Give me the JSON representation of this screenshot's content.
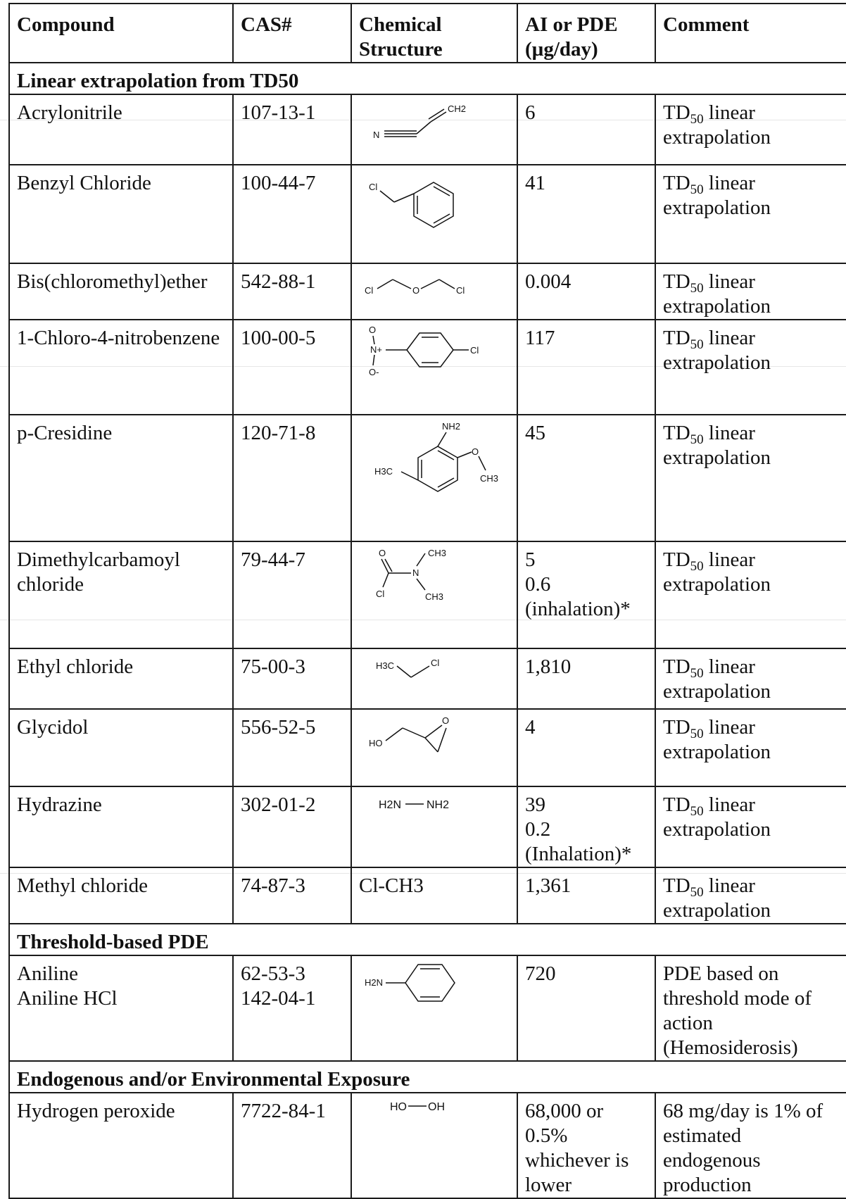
{
  "headers": {
    "compound": "Compound",
    "cas": "CAS#",
    "structure_line1": "Chemical",
    "structure_line2": "Structure",
    "ai_line1": "AI or PDE",
    "ai_line2": "(µg/day)",
    "comment": "Comment"
  },
  "sections": {
    "linear": "Linear extrapolation from TD50",
    "threshold": "Threshold-based PDE",
    "endogenous": "Endogenous and/or Environmental Exposure"
  },
  "comment_td50": {
    "prefix": "TD",
    "sub": "50",
    "suffix": " linear extrapolation"
  },
  "rows": [
    {
      "compound": "Acrylonitrile",
      "cas": "107-13-1",
      "ai": [
        "6"
      ]
    },
    {
      "compound": "Benzyl Chloride",
      "cas": "100-44-7",
      "ai": [
        "41"
      ]
    },
    {
      "compound": "Bis(chloromethyl)ether",
      "cas": "542-88-1",
      "ai": [
        "0.004"
      ]
    },
    {
      "compound": "1-Chloro-4-nitrobenzene",
      "cas": "100-00-5",
      "ai": [
        "117"
      ]
    },
    {
      "compound": "p-Cresidine",
      "cas": "120-71-8",
      "ai": [
        "45"
      ]
    },
    {
      "compound": "Dimethylcarbamoyl chloride",
      "cas": "79-44-7",
      "ai": [
        "5",
        "0.6",
        "(inhalation)*"
      ]
    },
    {
      "compound": "Ethyl chloride",
      "cas": "75-00-3",
      "ai": [
        "1,810"
      ]
    },
    {
      "compound": "Glycidol",
      "cas": "556-52-5",
      "ai": [
        "4"
      ]
    },
    {
      "compound": "Hydrazine",
      "cas": "302-01-2",
      "ai": [
        "39",
        "0.2",
        "(Inhalation)*"
      ]
    },
    {
      "compound": "Methyl chloride",
      "cas": "74-87-3",
      "ai": [
        "1,361"
      ],
      "structure_text": "Cl-CH3"
    },
    {
      "compound": [
        "Aniline",
        "Aniline HCl"
      ],
      "cas": [
        "62-53-3",
        "142-04-1"
      ],
      "ai": [
        "720"
      ],
      "comment": "PDE based on threshold mode of action (Hemosiderosis)"
    },
    {
      "compound": "Hydrogen peroxide",
      "cas": "7722-84-1",
      "ai": [
        "68,000 or 0.5% whichever is lower"
      ],
      "comment": "68 mg/day is 1% of estimated endogenous production"
    }
  ],
  "structure_labels": {
    "acrylonitrile": [
      "CH2",
      "N"
    ],
    "benzyl_chloride": [
      "Cl"
    ],
    "bcme": [
      "Cl",
      "O",
      "Cl"
    ],
    "cnb": [
      "O",
      "N+",
      "O-",
      "Cl"
    ],
    "cresidine": [
      "NH2",
      "H3C",
      "O",
      "CH3"
    ],
    "dmcc": [
      "O",
      "CH3",
      "N",
      "Cl",
      "CH3"
    ],
    "ethyl_chloride": [
      "H3C",
      "Cl"
    ],
    "glycidol": [
      "HO",
      "O"
    ],
    "hydrazine": [
      "H2N",
      "NH2"
    ],
    "aniline": [
      "H2N"
    ],
    "h2o2": [
      "HO",
      "OH"
    ]
  }
}
